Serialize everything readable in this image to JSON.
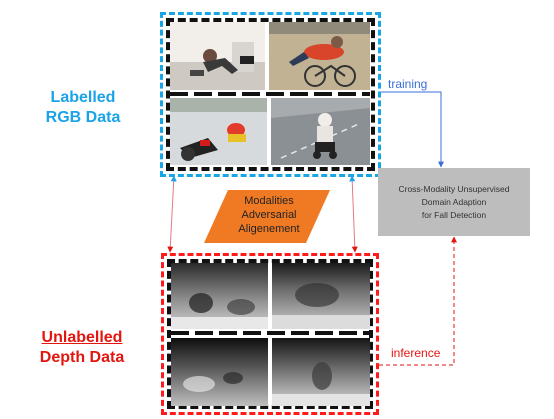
{
  "labels": {
    "rgb_line1": "Labelled",
    "rgb_line2": "RGB Data",
    "depth_line1": "Unlabelled",
    "depth_line2": "Depth Data"
  },
  "adversarial": {
    "line1": "Modalities",
    "line2": "Adversarial",
    "line3": "Aligenement"
  },
  "process": {
    "line1": "Cross-Modality Unsupervised",
    "line2": "Domain Adaption",
    "line3": "for Fall Detection"
  },
  "edges": {
    "training": "training",
    "inference": "inference"
  },
  "colors": {
    "rgb_blue": "#18a6e6",
    "depth_red": "#ff1b1b",
    "arrow_orange": "#f07a24",
    "process_gray": "#bdbdbd",
    "training_blue": "#3a6fd8"
  }
}
